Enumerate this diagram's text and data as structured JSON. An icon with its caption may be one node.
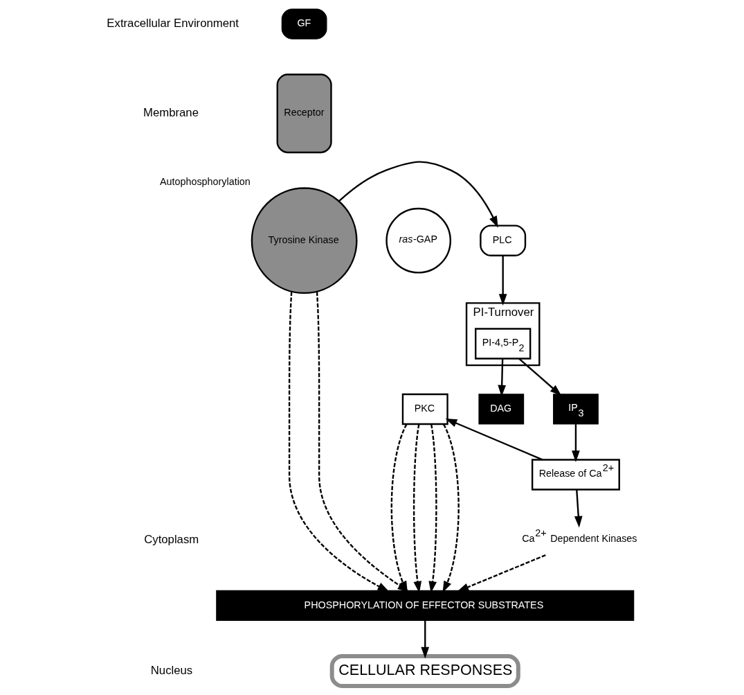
{
  "diagram": {
    "nodes": [
      {
        "text": [
          "GF"
        ]
      },
      {
        "text": [
          "Receptor"
        ]
      },
      {
        "text": [
          "Tyrosine Kinase"
        ],
        "beside": [
          "Autophosphorylation"
        ]
      },
      {
        "text": [
          "*ras*-GAP"
        ]
      },
      {
        "text": [
          "PLC"
        ]
      },
      {
        "text": [
          "PI-Turnover"
        ]
      },
      {
        "text": [
          "PI-4,5-P$_{2}$"
        ],
        "in": 5
      },
      {
        "text": [
          "DAG"
        ]
      },
      {
        "text": [
          "PKC"
        ]
      },
      {
        "text": [
          "IP$_{3}$"
        ]
      },
      {
        "text": [
          "Release of Ca$^{2+}$"
        ]
      },
      {
        "text": [
          "Ca$^{2+}$ Dependent Kinases"
        ]
      },
      {
        "text": [
          "PHOSPHORYLATION OF EFFECTOR SUBSTRATES"
        ]
      },
      {
        "text": [
          "CELLULAR RESPONSES"
        ]
      }
    ],
    "edges": [
      {
        "from": 2,
        "to": 4,
        "arrow": "to"
      },
      {
        "from": 4,
        "to": 5,
        "arrow": "to"
      },
      {
        "from": 6,
        "to": 7,
        "arrow": "to"
      },
      {
        "from": 6,
        "to": 9,
        "arrow": "to"
      },
      {
        "from": 9,
        "to": 10,
        "arrow": "to"
      },
      {
        "from": 10,
        "to": 8,
        "arrow": "to"
      },
      {
        "from": 10,
        "to": 11,
        "arrow": "to"
      },
      {
        "from": 2,
        "to": 12,
        "arrow": "to",
        "style": "dashed"
      },
      {
        "from": 2,
        "to": 12,
        "arrow": "to",
        "style": "dashed"
      },
      {
        "from": 11,
        "to": 12,
        "arrow": "to",
        "style": "dashed"
      },
      {
        "from": 8,
        "to": 12,
        "arrow": "to",
        "style": "dashed"
      },
      {
        "from": 8,
        "to": 12,
        "arrow": "to",
        "style": "dashed"
      },
      {
        "from": 8,
        "to": 12,
        "arrow": "to",
        "style": "dashed"
      },
      {
        "from": 8,
        "to": 12,
        "arrow": "to",
        "style": "dashed"
      },
      {
        "from": 12,
        "to": 13,
        "arrow": "to"
      }
    ],
    "labels": [
      "Extracellular Environment",
      "Membrane",
      "Cytoplasm",
      "Nucleus"
    ]
  }
}
